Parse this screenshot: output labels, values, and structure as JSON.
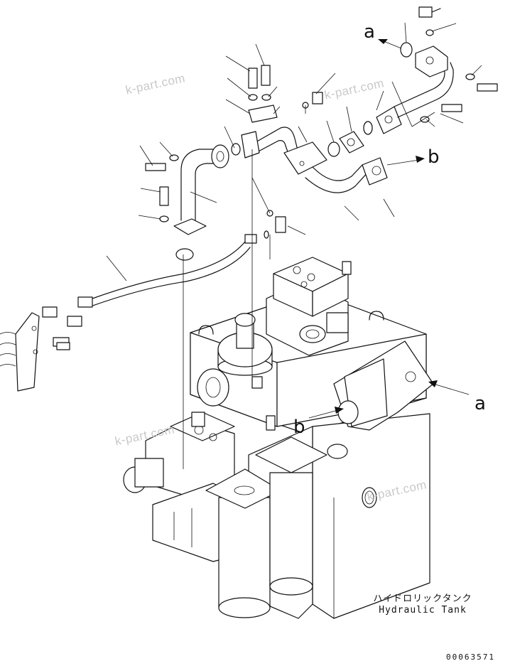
{
  "diagram": {
    "references": {
      "a_top": "a",
      "b_top": "b",
      "a_right": "a",
      "b_mid": "b"
    },
    "caption": {
      "japanese": "ハイドロリックタンク",
      "english": "Hydraulic Tank"
    },
    "part_code": "00063571",
    "watermark": "k-part.com"
  }
}
